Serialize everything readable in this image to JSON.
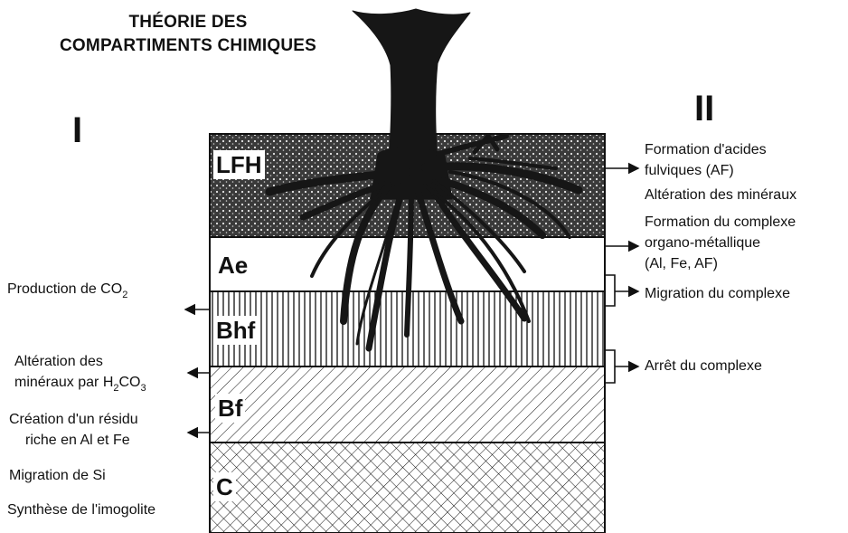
{
  "title": {
    "line1": "THÉORIE DES",
    "line2": "COMPARTIMENTS CHIMIQUES"
  },
  "columns": {
    "left": "I",
    "right": "II"
  },
  "horizons": [
    {
      "name": "LFH"
    },
    {
      "name": "Ae"
    },
    {
      "name": "Bhf"
    },
    {
      "name": "Bf"
    },
    {
      "name": "C"
    }
  ],
  "left_labels": {
    "co2_prefix": "Production de CO",
    "co2_sub": "2",
    "alt_line1": "Altération des",
    "alt_prefix": "minéraux par H",
    "alt_sub1": "2",
    "alt_mid": "CO",
    "alt_sub2": "3",
    "residu_line1": "Création d'un résidu",
    "residu_line2": "riche en Al et Fe",
    "si": "Migration de Si",
    "imogolite": "Synthèse de l'imogolite"
  },
  "right_labels": {
    "af_line1": "Formation d'acides",
    "af_line2": "fulviques (AF)",
    "alt": "Altération des minéraux",
    "complexe_line1": "Formation du complexe",
    "complexe_line2": "organo-métallique",
    "complexe_line3": "(Al, Fe, AF)",
    "migration": "Migration du complexe",
    "arret": "Arrêt du complexe"
  },
  "colors": {
    "ink": "#111111",
    "tree": "#161616",
    "paper": "#ffffff"
  }
}
